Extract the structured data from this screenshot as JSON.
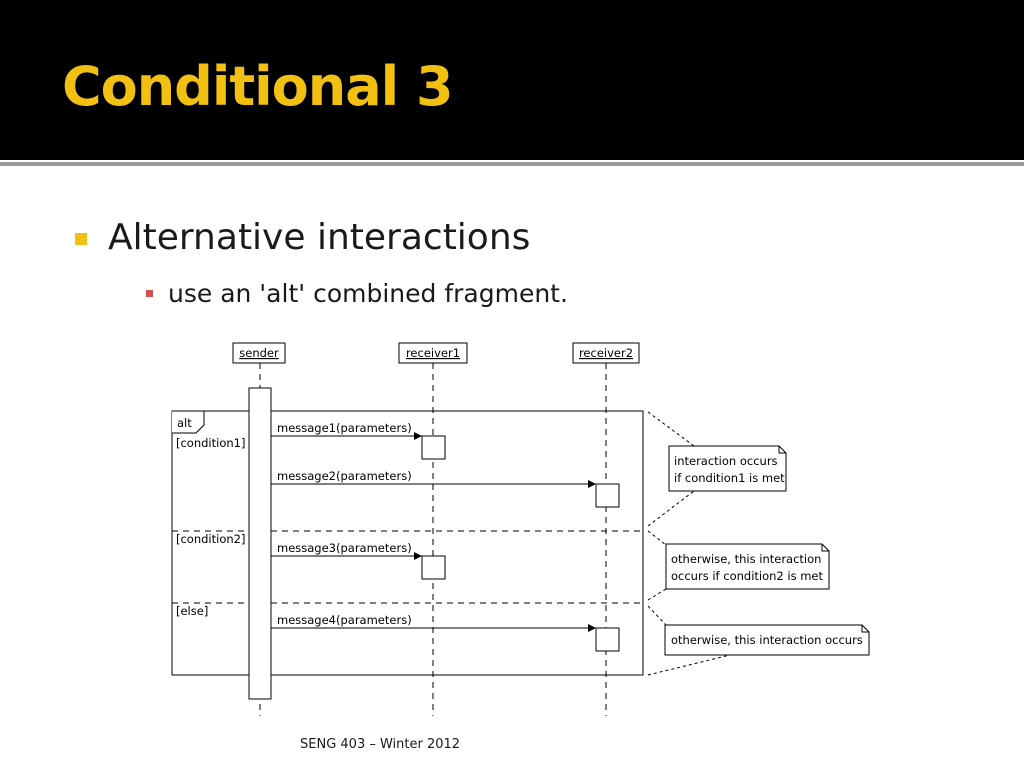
{
  "slide": {
    "title": "Conditional 3",
    "bullet": "Alternative interactions",
    "sub_bullet": "use an 'alt' combined fragment.",
    "footer": "SENG 403 – Winter 2012"
  },
  "colors": {
    "header_bg": "#000000",
    "title": "#f2c010",
    "bullet1": "#f2c010",
    "bullet2": "#d05050"
  },
  "diagram": {
    "lifelines": [
      "sender",
      "receiver1",
      "receiver2"
    ],
    "fragment": {
      "operator": "alt",
      "guards": [
        "[condition1]",
        "[condition2]",
        "[else]"
      ]
    },
    "messages": [
      "message1(parameters)",
      "message2(parameters)",
      "message3(parameters)",
      "message4(parameters)"
    ],
    "notes": {
      "note1": [
        "interaction occurs",
        "if condition1 is met"
      ],
      "note2": [
        "otherwise, this interaction",
        "occurs if condition2 is met"
      ],
      "note3": [
        "otherwise, this interaction occurs"
      ]
    }
  }
}
